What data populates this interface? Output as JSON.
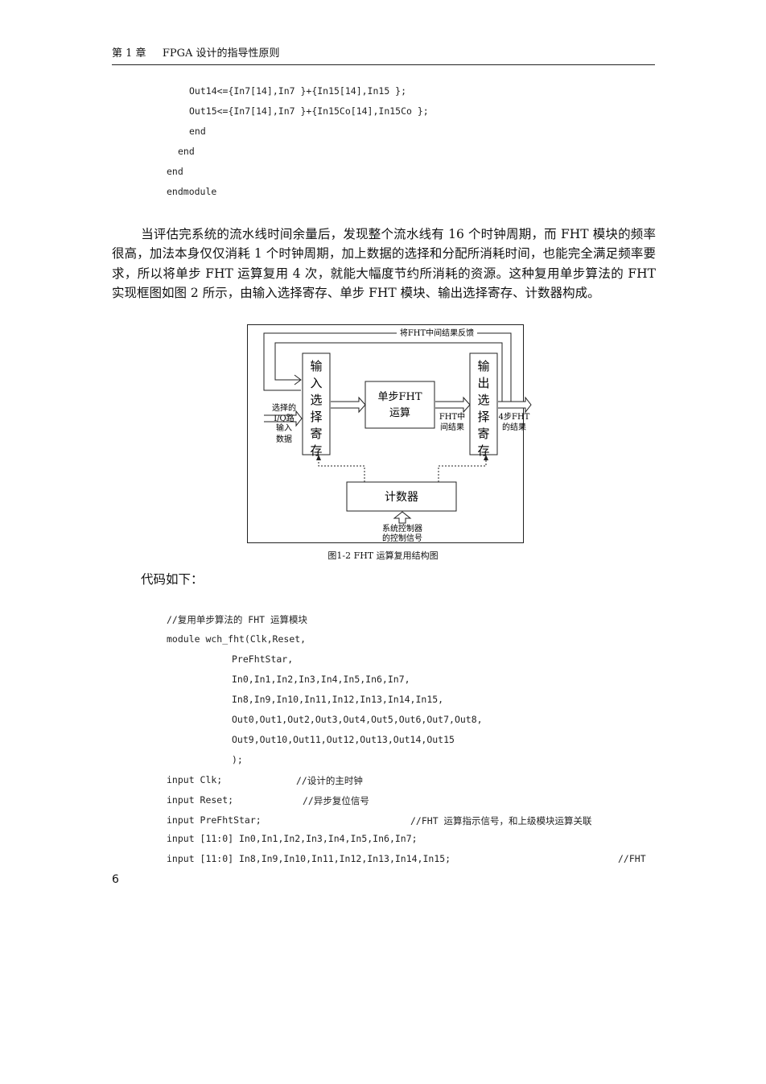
{
  "header": {
    "chapter": "第 1 章",
    "title": "FPGA 设计的指导性原则"
  },
  "code_top": [
    "Out14<={In7[14],In7 }+{In15[14],In15 };",
    "Out15<={In7[14],In7 }+{In15Co[14],In15Co };",
    "end",
    "end",
    "end",
    "endmodule"
  ],
  "paragraph": "当评估完系统的流水线时间余量后，发现整个流水线有 16 个时钟周期，而 FHT 模块的频率很高，加法本身仅仅消耗 1 个时钟周期，加上数据的选择和分配所消耗时间，也能完全满足频率要求，所以将单步 FHT 运算复用 4 次，就能大幅度节约所消耗的资源。这种复用单步算法的 FHT 实现框图如图 2 所示，由输入选择寄存、单步 FHT 模块、输出选择寄存、计数器构成。",
  "figure": {
    "feedback_label": "将FHT中间结果反馈",
    "input_reg": "输入选择寄存",
    "fht_block_l1": "单步FHT",
    "fht_block_l2": "运算",
    "output_reg": "输出选择寄存",
    "counter": "计数器",
    "in_label_1": "选择的",
    "in_label_2": "I/Q路",
    "in_label_3": "输入",
    "in_label_4": "数据",
    "mid_label_1": "FHT中",
    "mid_label_2": "间结果",
    "out_label_1": "4步FHT",
    "out_label_2": "的结果",
    "ctrl_label_1": "系统控制器",
    "ctrl_label_2": "的控制信号"
  },
  "caption": "图1-2   FHT 运算复用结构图",
  "intro": "代码如下：",
  "code_bottom": [
    "//复用单步算法的 FHT 运算模块",
    "module wch_fht(Clk,Reset,",
    "PreFhtStar,",
    "In0,In1,In2,In3,In4,In5,In6,In7,",
    "In8,In9,In10,In11,In12,In13,In14,In15,",
    "Out0,Out1,Out2,Out3,Out4,Out5,Out6,Out7,Out8,",
    "Out9,Out10,Out11,Out12,Out13,Out14,Out15",
    ");",
    "input Clk;",
    "//设计的主时钟",
    "input Reset;",
    "//异步复位信号",
    "input PreFhtStar;",
    "//FHT 运算指示信号，和上级模块运算关联",
    "input [11:0] In0,In1,In2,In3,In4,In5,In6,In7;",
    "input [11:0] In8,In9,In10,In11,In12,In13,In14,In15;",
    "//FHT"
  ],
  "page_number": "6"
}
